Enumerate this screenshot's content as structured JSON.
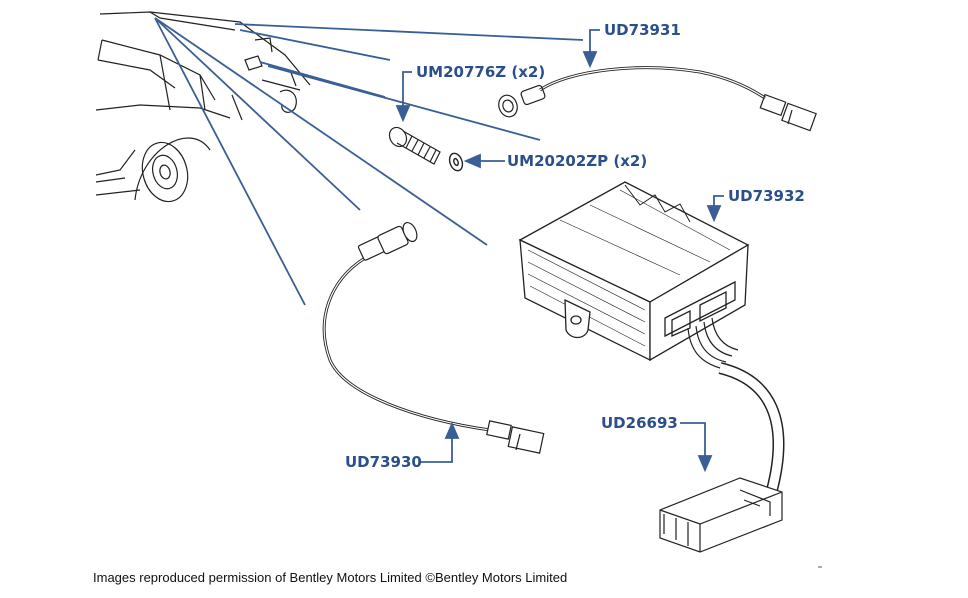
{
  "parts": {
    "ud73931": "UD73931",
    "um20776z": "UM20776Z (x2)",
    "um20202zp": "UM20202ZP (x2)",
    "ud73932": "UD73932",
    "ud26693": "UD26693",
    "ud73930": "UD73930"
  },
  "credit": "Images reproduced permission of Bentley Motors Limited ©Bentley Motors Limited",
  "colors": {
    "callout": "#2a4f8a",
    "line": "#3a5f95",
    "drawing": "#222222"
  }
}
